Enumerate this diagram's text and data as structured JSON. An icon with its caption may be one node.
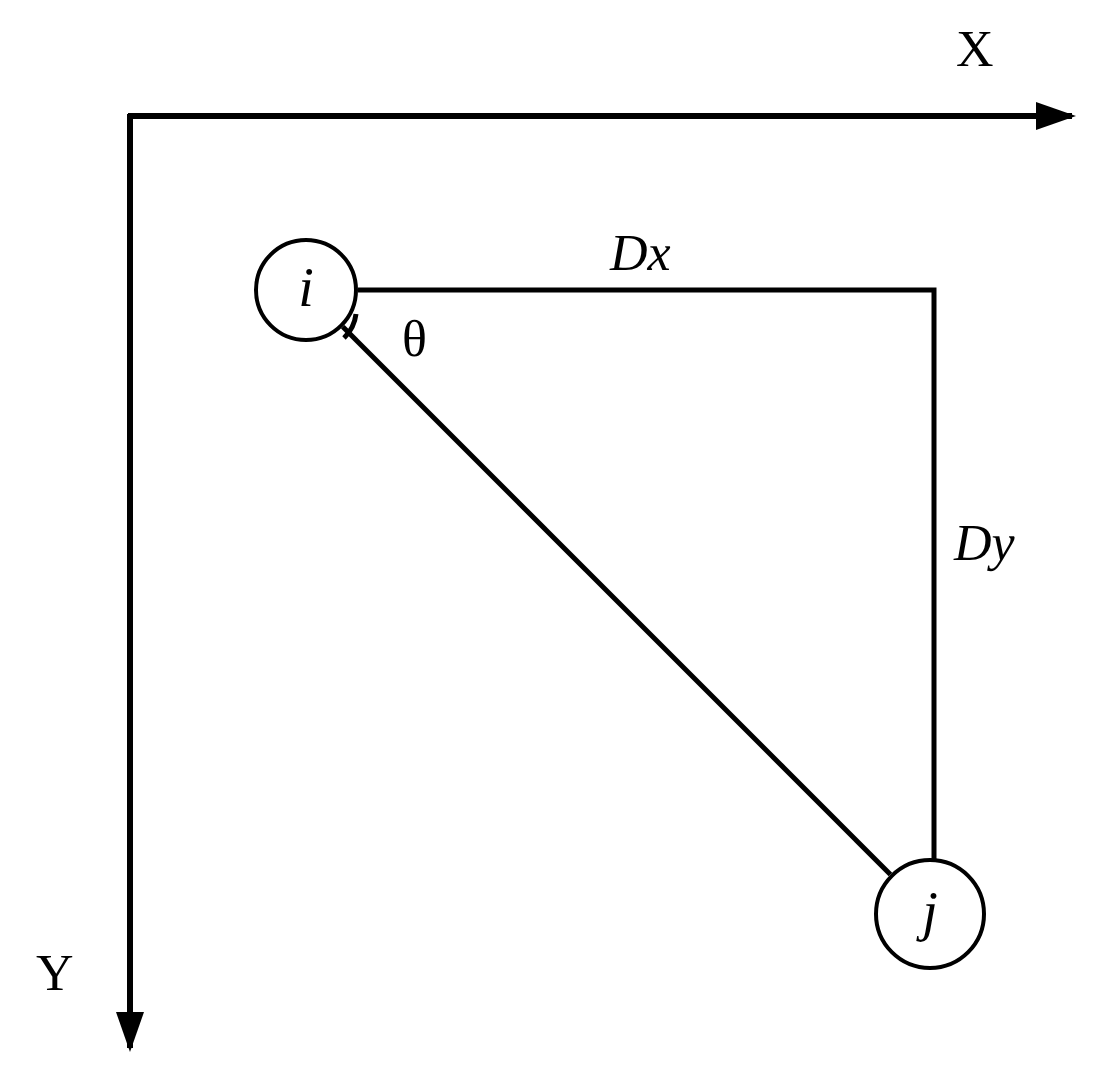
{
  "diagram": {
    "nodes": [
      {
        "text": [
          "i"
        ]
      },
      {
        "text": [
          "j"
        ]
      }
    ],
    "edges": [
      {
        "from": 0,
        "to": 1,
        "arrow": "none"
      }
    ],
    "labels": [
      "X",
      "Y",
      "Dx",
      "Dy",
      "θ"
    ]
  }
}
